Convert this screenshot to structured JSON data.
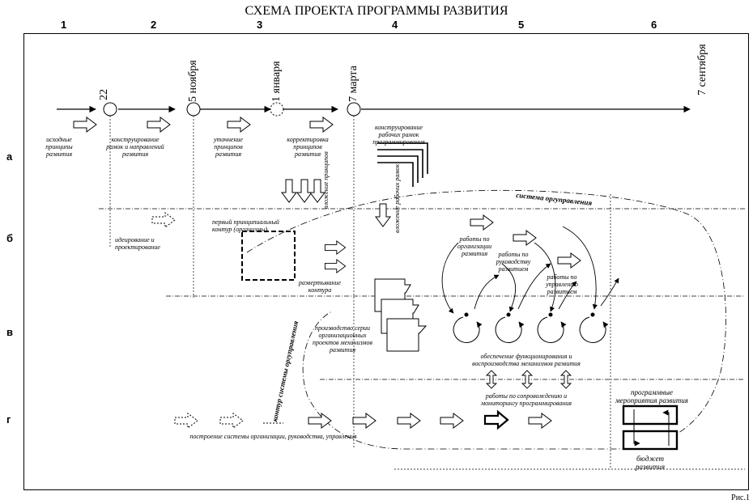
{
  "title": "СХЕМА ПРОЕКТА ПРОГРАММЫ РАЗВИТИЯ",
  "figure_label": "Рис.1",
  "stages": [
    "1",
    "2",
    "3",
    "4",
    "5",
    "6"
  ],
  "rows": [
    "а",
    "б",
    "в",
    "г"
  ],
  "dates": {
    "d22": "22",
    "nov5": "5 ноября",
    "jan1": "1 января",
    "mar7": "7 марта",
    "sep7": "7 сентября"
  },
  "labels": {
    "principles_line1": "исходные",
    "principles_line2": "принципы",
    "principles_line3": "развития",
    "frames_line1": "конструирование",
    "frames_line2": "рамок и направлений",
    "frames_line3": "развития",
    "clarify_line1": "уточнение",
    "clarify_line2": "принципов",
    "clarify_line3": "развития",
    "correct_line1": "корректировка",
    "correct_line2": "принципов",
    "correct_line3": "развития",
    "workframes_line1": "конструирование",
    "workframes_line2": "рабочих рамок",
    "workframes_line3": "программирования",
    "embed_principles": "вложение принципов",
    "embed_frames": "вложение рабочих рамок",
    "system_control": "система оргуправления",
    "ideation_line1": "идеирование и",
    "ideation_line2": "проектирование",
    "first_contour_line1": "первый принципиальный",
    "first_contour_line2": "контур (организмы)",
    "deploy_line1": "развертывание",
    "deploy_line2": "контура",
    "work_org_line1": "работы по",
    "work_org_line2": "организации",
    "work_org_line3": "развития",
    "work_lead_line1": "работы по",
    "work_lead_line2": "руководству",
    "work_lead_line3": "развитием",
    "work_mgmt_line1": "работы по",
    "work_mgmt_line2": "управлению",
    "work_mgmt_line3": "развитием",
    "production_line1": "производство серии",
    "production_line2": "организационных",
    "production_line3": "проектов механизмов",
    "production_line4": "развития",
    "contour_control": "контур системы оргуправления",
    "functioning_line1": "обеспечение функционирования и",
    "functioning_line2": "воспроизводства механизмов развития",
    "support_line1": "работы по сопровождению и",
    "support_line2": "мониторингу программирования",
    "program_events_line1": "программные",
    "program_events_line2": "мероприятия развития",
    "budget_line1": "бюджет",
    "budget_line2": "развития",
    "build_system": "построение системы организации, руководства, управления"
  }
}
